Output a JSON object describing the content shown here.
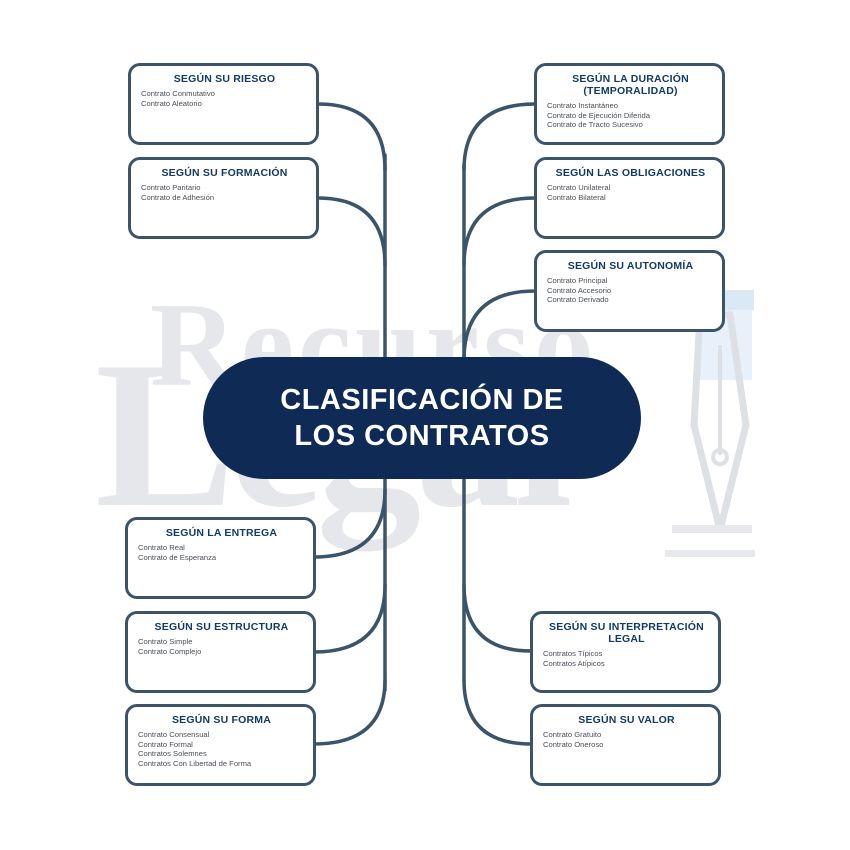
{
  "watermark": {
    "line1": "Recurso",
    "line2": "Legal"
  },
  "center": {
    "line1": "CLASIFICACIÓN DE",
    "line2": "LOS CONTRATOS"
  },
  "boxes": {
    "riesgo": {
      "title": "SEGÚN SU RIESGO",
      "items": [
        "Contrato Conmutativo",
        "Contrato Aleatorio"
      ]
    },
    "formacion": {
      "title": "SEGÚN SU FORMACIÓN",
      "items": [
        "Contrato Paritario",
        "Contrato de Adhesión"
      ]
    },
    "entrega": {
      "title": "SEGÚN LA ENTREGA",
      "items": [
        "Contrato Real",
        "Contrato de Esperanza"
      ]
    },
    "estructura": {
      "title": "SEGÚN SU ESTRUCTURA",
      "items": [
        "Contrato Simple",
        "Contrato Complejo"
      ]
    },
    "forma": {
      "title": "SEGÚN SU FORMA",
      "items": [
        "Contrato Consensual",
        "Contrato Formal",
        "Contratos Solemnes",
        "Contratos Con Libertad de Forma"
      ]
    },
    "duracion": {
      "title_line1": "SEGÚN LA DURACIÓN",
      "title_line2": "(TEMPORALIDAD)",
      "items": [
        "Contrato Instantáneo",
        "Contrato de Ejecución Diferida",
        "Contrato de Tracto Sucesivo"
      ]
    },
    "obligaciones": {
      "title": "SEGÚN LAS OBLIGACIONES",
      "items": [
        "Contrato Unilateral",
        "Contrato Bilateral"
      ]
    },
    "autonomia": {
      "title": "SEGÚN SU AUTONOMÍA",
      "items": [
        "Contrato Principal",
        "Contrato Accesorio",
        "Contrato Derivado"
      ]
    },
    "interpretacion": {
      "title_line1": "SEGÚN SU INTERPRETACIÓN",
      "title_line2": "LEGAL",
      "items": [
        "Contratos Típicos",
        "Contratos Atípicos"
      ]
    },
    "valor": {
      "title": "SEGÚN SU VALOR",
      "items": [
        "Contrato Gratuito",
        "Contrato Oneroso"
      ]
    }
  },
  "colors": {
    "connector": "#3b5469",
    "center_fill": "#0f2a55",
    "title": "#123a66",
    "watermark": "#e6e7ea",
    "watermark_icon": "#dbe9f5"
  }
}
